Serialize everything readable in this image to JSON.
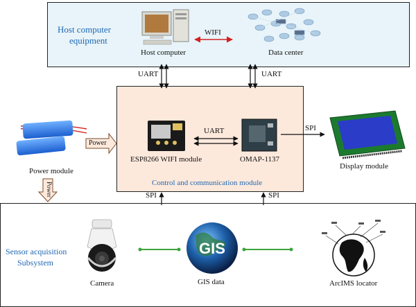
{
  "host": {
    "title_line1": "Host computer",
    "title_line2": "equipment",
    "pc_label": "Host computer",
    "dc_label": "Data center",
    "wifi_label": "WIFI"
  },
  "links": {
    "uart_left": "UART",
    "uart_right": "UART",
    "uart_middle": "UART",
    "spi_display": "SPI",
    "spi_bottom_left": "SPI",
    "spi_bottom_right": "SPI",
    "power_right": "Power",
    "power_down": "Power"
  },
  "control": {
    "title": "Control and communication module",
    "esp_label": "ESP8266 WIFI module",
    "omap_label": "OMAP-1137"
  },
  "power": {
    "label": "Power module"
  },
  "display": {
    "label": "Display module"
  },
  "sensor": {
    "title_line1": "Sensor acquisition",
    "title_line2": "Subsystem",
    "camera_label": "Camera",
    "gis_label": "GIS data",
    "gis_logo": "GIS",
    "arcims_label": "ArcIMS locator"
  },
  "colors": {
    "host_bg": "#e8f4f9",
    "control_bg": "#fde9dc",
    "accent_blue": "#1f67b1",
    "wifi_red": "#d42020",
    "green_link": "#3aa43a"
  }
}
